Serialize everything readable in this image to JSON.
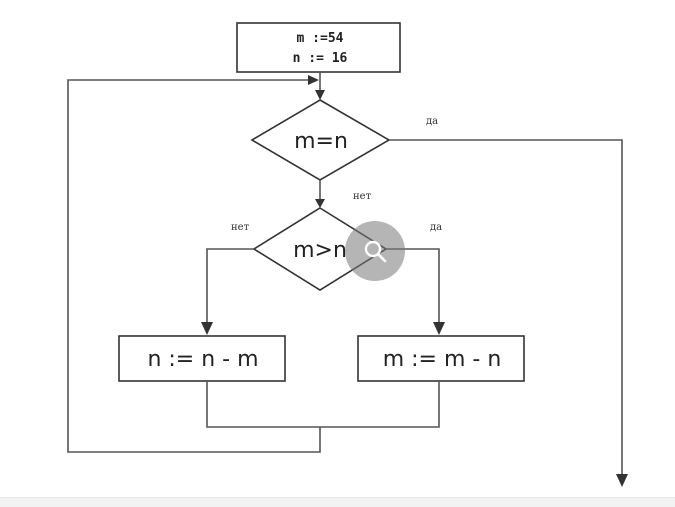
{
  "flowchart": {
    "init": {
      "line1": "m :=54",
      "line2": "n := 16"
    },
    "decision1": {
      "condition": "m=n",
      "yes_label": "да",
      "no_label": "нет"
    },
    "decision2": {
      "condition": "m>n",
      "yes_label": "да",
      "no_label": "нет"
    },
    "process_left": "n := n - m",
    "process_right": "m := m - n"
  },
  "overlay": {
    "zoom_icon": "magnifier-icon"
  }
}
